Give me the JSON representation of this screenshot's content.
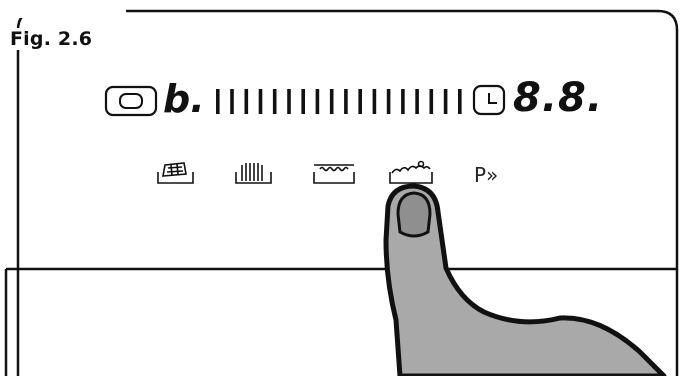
{
  "figure": {
    "label": "Fig. 2.6"
  },
  "display": {
    "program_letter": "b.",
    "time_digits": "8.8.",
    "progress_segments": 18
  },
  "buttons": {
    "extra_label": "P»"
  },
  "icons": [
    "start-button-icon",
    "clock-icon",
    "heavy-load-icon",
    "normal-program-icon",
    "glass-program-icon",
    "half-load-icon",
    "hand-pointer-icon"
  ],
  "colors": {
    "outline": "#111111",
    "finger_fill": "#a9a9a9",
    "finger_nail": "#8f8f8f",
    "background": "#ffffff"
  }
}
